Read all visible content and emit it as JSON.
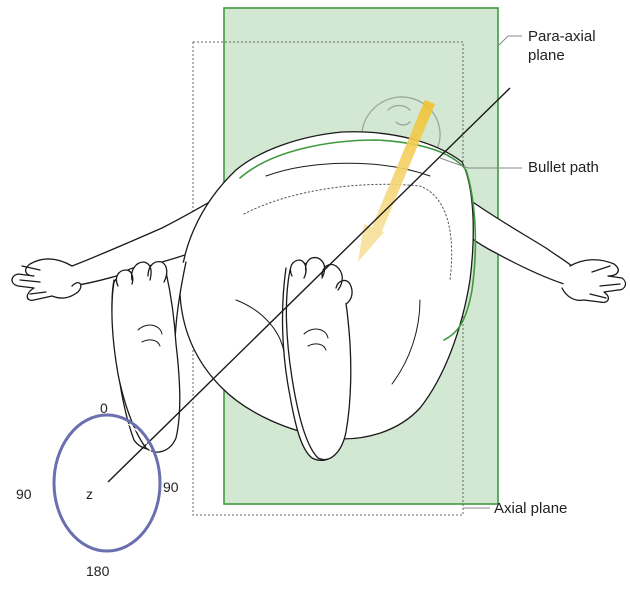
{
  "labels": {
    "para_axial_plane_line1": "Para-axial",
    "para_axial_plane_line2": "plane",
    "bullet_path": "Bullet path",
    "axial_plane": "Axial plane"
  },
  "angle_dial": {
    "top": "0",
    "left": "90",
    "right": "90",
    "bottom": "180",
    "axis": "z"
  },
  "colors": {
    "para_axial_plane_fill": "#d3e8d3",
    "para_axial_plane_stroke": "#3f9a3f",
    "bullet_path_arrow": "#f7d45a",
    "body_outline": "#1a1a1a",
    "dial_ring": "#6b6fb0"
  }
}
